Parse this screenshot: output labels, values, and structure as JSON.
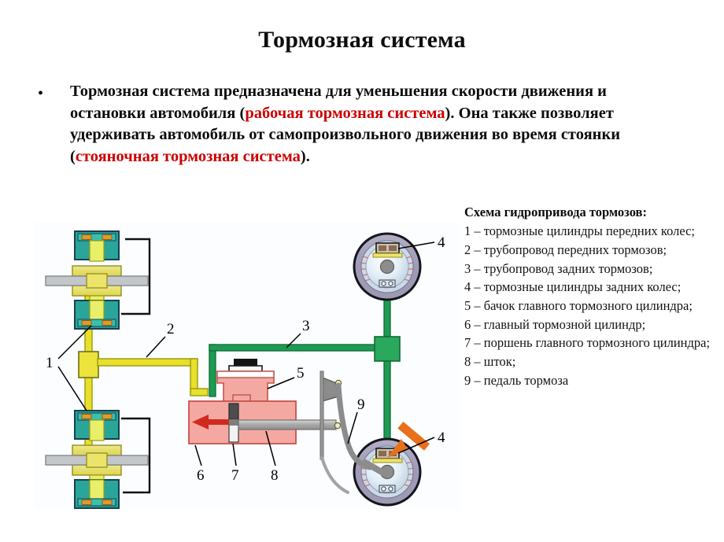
{
  "slide": {
    "title": "Тормозная система"
  },
  "bullet": {
    "marker": "•",
    "segments": [
      {
        "text": "Тормозная система  предназначена для уменьшения скорости движения и остановки автомобиля (",
        "color": "black"
      },
      {
        "text": "рабочая тормозная система",
        "color": "red"
      },
      {
        "text": "). Она также позволяет удерживать автомобиль от самопроизвольного движения во время стоянки (",
        "color": "black"
      },
      {
        "text": "стояночная тормозная система",
        "color": "red"
      },
      {
        "text": ").",
        "color": "black"
      }
    ]
  },
  "legend": {
    "title": "Схема гидропривода тормозов:",
    "items": [
      "1 – тормозные цилиндры передних колес;",
      "2 – трубопровод передних тормозов;",
      "3 – трубопровод задних тормозов;",
      "4 – тормозные цилиндры задних колес;",
      "5 – бачок главного тормозного цилиндра;",
      "6 – главный тормозной цилиндр;",
      "7 – поршень главного тормозного цилиндра;",
      "8 – шток;",
      "9 – педаль тормоза"
    ]
  },
  "diagram": {
    "background_color": "#fbfdff",
    "callouts": {
      "front_cylinders": "1",
      "front_pipeline": "2",
      "rear_pipeline": "3",
      "rear_cylinder_top": "4",
      "rear_cylinder_bottom": "4",
      "reservoir": "5",
      "master_cylinder": "6",
      "piston": "7",
      "pushrod": "8",
      "pedal": "9"
    },
    "colors": {
      "front_circuit_pipe": "#e8e02a",
      "front_circuit_pipe_edge": "#9a9a10",
      "rear_circuit_pipe": "#1f9a52",
      "rear_circuit_pipe_edge": "#0d6b36",
      "master_cylinder_body": "#f4a8a2",
      "master_cylinder_edge": "#c4534b",
      "fluid_arrow": "#d02a20",
      "pedal_force_arrow": "#e8701a",
      "caliper_teal": "#2aa59a",
      "caliper_dark": "#1b6f80",
      "disc_yellow": "#e8e06a",
      "hub_grey": "#b9bcc0",
      "drum_outer": "#a9a3bd",
      "drum_inner": "#dfeaf4",
      "drum_hub": "#8d8d8d",
      "rod_grey": "#a8a8a8",
      "leader_line": "#000000"
    }
  }
}
